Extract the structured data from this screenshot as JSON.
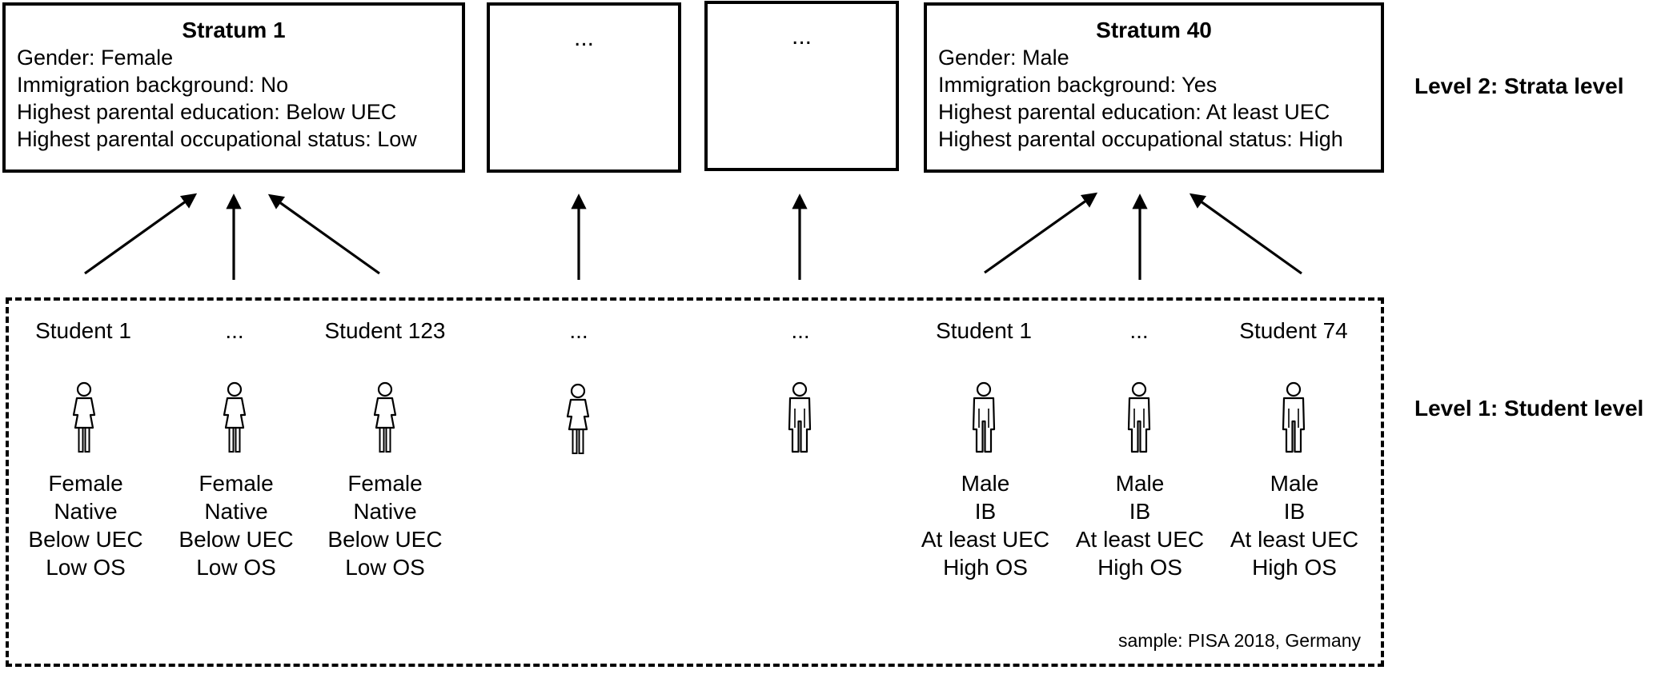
{
  "strata": [
    {
      "title": "Stratum 1",
      "lines": [
        "Gender: Female",
        "Immigration background: No",
        "Highest parental education: Below UEC",
        "Highest parental occupational status: Low"
      ]
    },
    {
      "ellipsis": "..."
    },
    {
      "ellipsis": "..."
    },
    {
      "title": "Stratum 40",
      "lines": [
        "Gender: Male",
        "Immigration background: Yes",
        "Highest parental education: At least UEC",
        "Highest parental occupational status: High"
      ]
    }
  ],
  "levels": {
    "level2": "Level 2: Strata level",
    "level1": "Level 1: Student level"
  },
  "students": [
    {
      "label": "Student 1",
      "figure": "female",
      "attrs": [
        "Female",
        "Native",
        "Below UEC",
        "Low OS"
      ]
    },
    {
      "label": "...",
      "figure": "female",
      "attrs": [
        "Female",
        "Native",
        "Below UEC",
        "Low OS"
      ]
    },
    {
      "label": "Student 123",
      "figure": "female",
      "attrs": [
        "Female",
        "Native",
        "Below UEC",
        "Low OS"
      ]
    },
    {
      "label": "...",
      "figure": "female",
      "attrs": []
    },
    {
      "label": "...",
      "figure": "male",
      "attrs": []
    },
    {
      "label": "Student 1",
      "figure": "male",
      "attrs": [
        "Male",
        "IB",
        "At least UEC",
        "High OS"
      ]
    },
    {
      "label": "...",
      "figure": "male",
      "attrs": [
        "Male",
        "IB",
        "At least UEC",
        "High OS"
      ]
    },
    {
      "label": "Student 74",
      "figure": "male",
      "attrs": [
        "Male",
        "IB",
        "At least UEC",
        "High OS"
      ]
    }
  ],
  "sample_note": "sample: PISA 2018, Germany"
}
